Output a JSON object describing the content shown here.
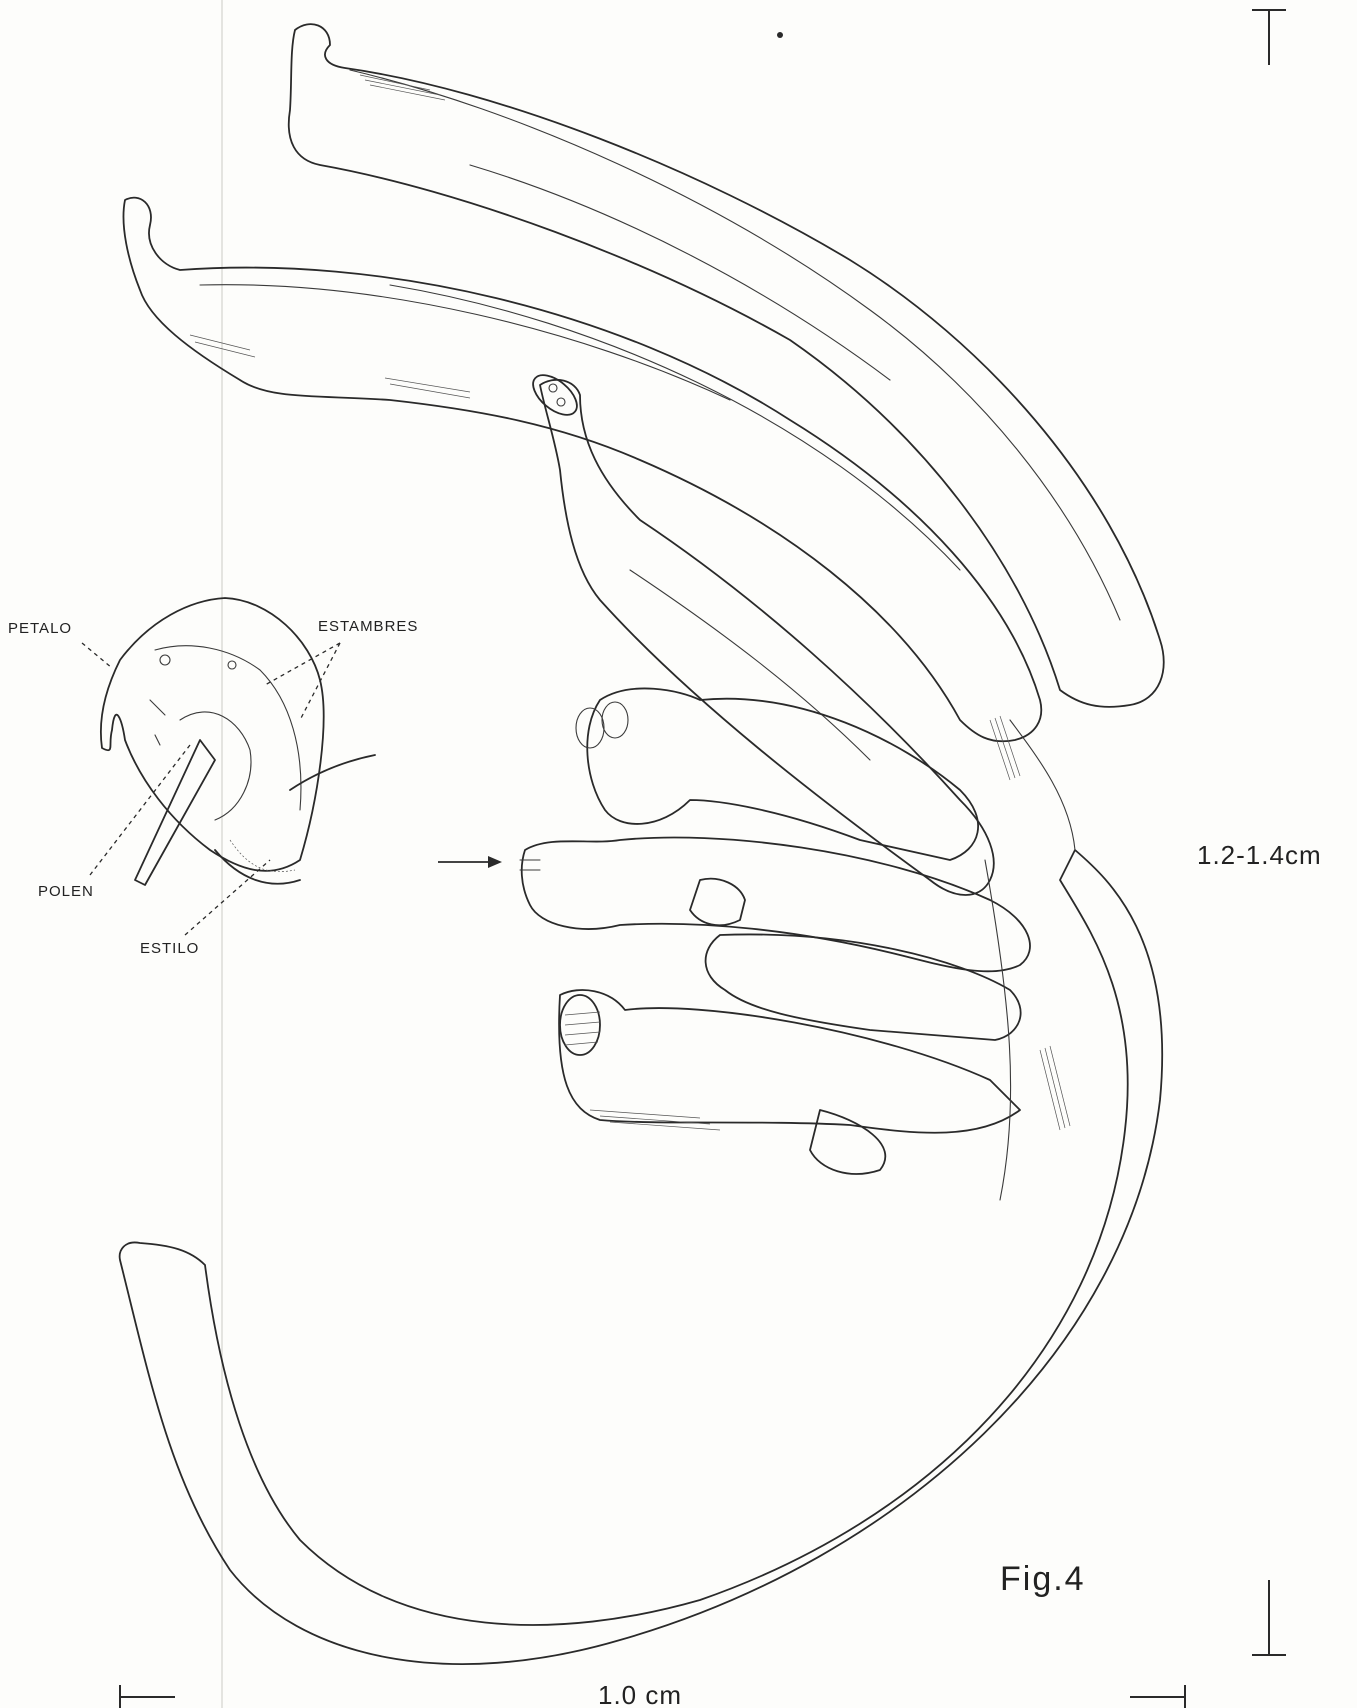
{
  "inset_labels": {
    "petalo": "PETALO",
    "estambres": "ESTAMBRES",
    "polen": "POLEN",
    "estilo": "ESTILO"
  },
  "scale": {
    "vertical": "1.2-1.4cm",
    "horizontal": "1.0 cm"
  },
  "figure_label": "Fig.4",
  "colors": {
    "ink": "#2a2a2a",
    "paper": "#fdfdfb"
  }
}
